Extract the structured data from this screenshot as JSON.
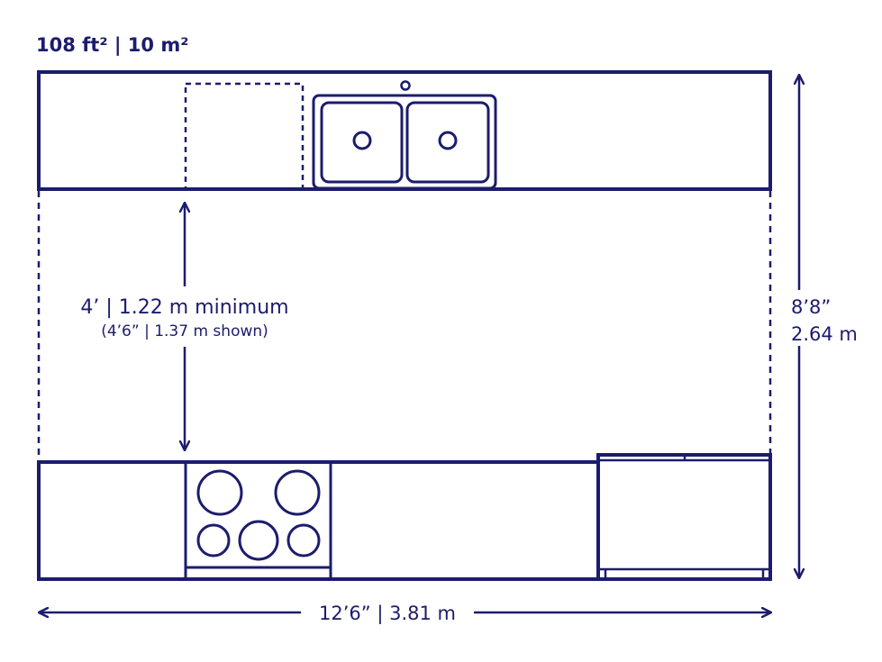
{
  "title": "108 ft² | 10 m²",
  "clearance": {
    "main": "4’ | 1.22 m minimum",
    "note": "(4’6” | 1.37 m shown)"
  },
  "height_dimension": {
    "imperial": "8’8”",
    "metric": "2.64 m"
  },
  "width_dimension": "12’6” | 3.81 m",
  "colors": {
    "stroke": "#1c1c6e",
    "background": "#ffffff"
  }
}
